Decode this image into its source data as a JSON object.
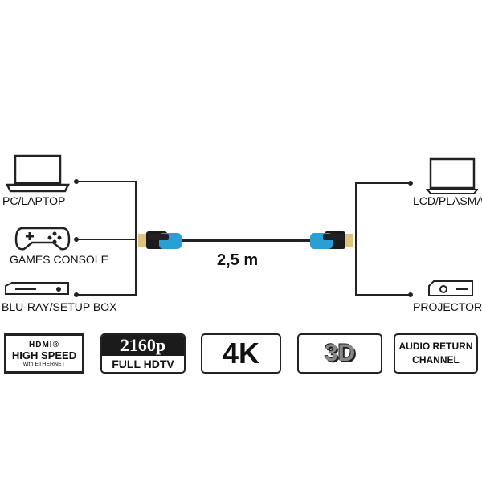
{
  "sources": [
    {
      "label": "PC/LAPTOP",
      "icon": "laptop-icon"
    },
    {
      "label": "GAMES CONSOLE",
      "icon": "gamepad-icon"
    },
    {
      "label": "BLU-RAY/SETUP BOX",
      "icon": "bluray-player-icon"
    }
  ],
  "targets": [
    {
      "label": "LCD/PLASMA",
      "icon": "monitor-icon"
    },
    {
      "label": "PROJECTOR",
      "icon": "projector-icon"
    }
  ],
  "cable": {
    "length": "2,5 m",
    "accent": "#2a9fd6"
  },
  "badges": {
    "hdmi": {
      "logo": "HDMI®",
      "line1": "HIGH SPEED",
      "line2": "with ETHERNET"
    },
    "uhd": {
      "line1": "2160p",
      "line2": "FULL HDTV"
    },
    "k4": {
      "text": "4K"
    },
    "d3": {
      "text": "3D"
    },
    "arc": {
      "line1": "AUDIO RETURN",
      "line2": "CHANNEL"
    }
  }
}
